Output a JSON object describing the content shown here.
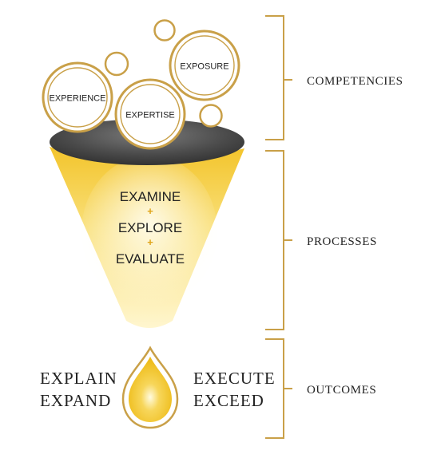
{
  "competencies": {
    "bubbles": [
      "EXPERIENCE",
      "EXPERTISE",
      "EXPOSURE"
    ]
  },
  "processes": {
    "steps": [
      "EXAMINE",
      "EXPLORE",
      "EVALUATE"
    ],
    "connector": "+"
  },
  "outcomes": {
    "left": [
      "EXPLAIN",
      "EXPAND"
    ],
    "right": [
      "EXECUTE",
      "EXCEED"
    ]
  },
  "brackets": {
    "labels": [
      "COMPETENCIES",
      "PROCESSES",
      "OUTCOMES"
    ]
  },
  "colors": {
    "gold": "#C9A048",
    "funnel_yellow": "#F3C42B",
    "drop_yellow": "#F1C21F",
    "funnel_top": "#404040"
  }
}
